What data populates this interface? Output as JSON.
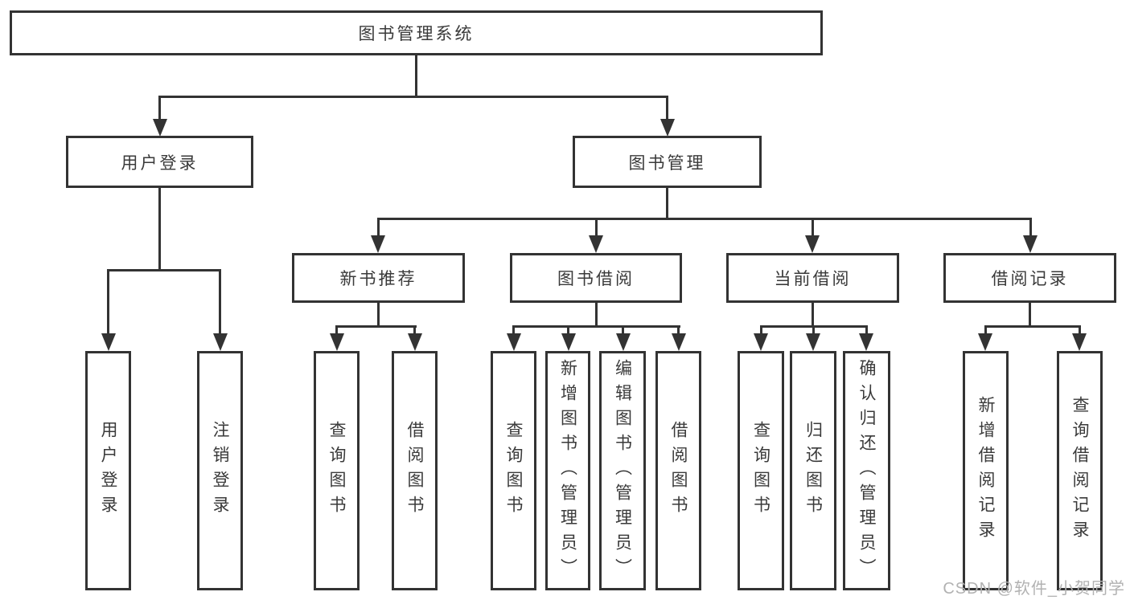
{
  "colors": {
    "line": "#333333",
    "text": "#3a3a3a",
    "watermark": "#b2b2b2",
    "background": "#ffffff"
  },
  "nodes": {
    "root": {
      "label": "图书管理系统"
    },
    "user_login": {
      "label": "用户登录"
    },
    "book_mgmt": {
      "label": "图书管理"
    },
    "new_book_rec": {
      "label": "新书推荐"
    },
    "book_borrow": {
      "label": "图书借阅"
    },
    "current_borrow": {
      "label": "当前借阅"
    },
    "borrow_records": {
      "label": "借阅记录"
    },
    "leaf_user_login": {
      "label": "用户登录"
    },
    "leaf_logout": {
      "label": "注销登录"
    },
    "leaf_query_books_rec": {
      "label": "查询图书"
    },
    "leaf_borrow_books_rec": {
      "label": "借阅图书"
    },
    "leaf_query_books_borrow": {
      "label": "查询图书"
    },
    "leaf_add_book_admin": {
      "label": "新增图书（管理员）"
    },
    "leaf_edit_book_admin": {
      "label": "编辑图书（管理员）"
    },
    "leaf_borrow_books_borrow": {
      "label": "借阅图书"
    },
    "leaf_query_books_current": {
      "label": "查询图书"
    },
    "leaf_return_book": {
      "label": "归还图书"
    },
    "leaf_confirm_return_admin": {
      "label": "确认归还（管理员）"
    },
    "leaf_add_borrow_record": {
      "label": "新增借阅记录"
    },
    "leaf_query_borrow_record": {
      "label": "查询借阅记录"
    }
  },
  "watermark": {
    "text": "CSDN @软件_小贺同学"
  }
}
